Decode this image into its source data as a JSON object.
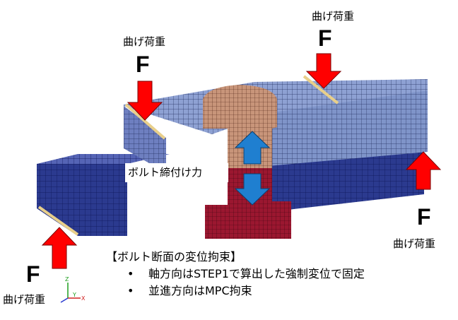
{
  "load_label": "曲げ荷重",
  "force_symbol": "F",
  "bolt_label": "ボルト締付け力",
  "notes": {
    "title": "【ボルト断面の変位拘束】",
    "bullet_symbol": "•",
    "items": [
      "軸方向はSTEP1で算出した強制変位で固定",
      "並進方向はMPC拘束"
    ]
  },
  "axis_labels": {
    "z": "Z",
    "y": "Y",
    "x": "X"
  },
  "colors": {
    "lower_plate": "#2b3a8f",
    "upper_plate": "#7f94c9",
    "bolt_head": "#c8957a",
    "bolt_shank_lower": "#9b1730",
    "load_arrow": "#ff0000",
    "bolt_arrow": "#1f7fd0",
    "edge_strip": "#e8cf8a"
  }
}
